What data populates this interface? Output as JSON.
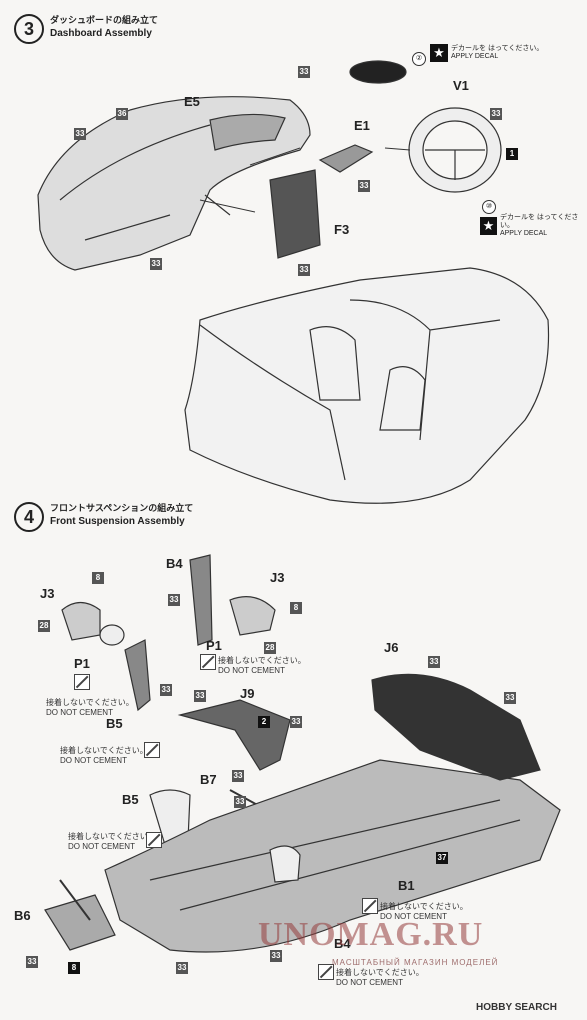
{
  "step3": {
    "number": "3",
    "title_jp": "ダッシュボードの組み立て",
    "title_en": "Dashboard Assembly"
  },
  "step4": {
    "number": "4",
    "title_jp": "フロントサスペンションの組み立て",
    "title_en": "Front Suspension Assembly"
  },
  "decal_note": {
    "jp": "デカールを はってください。",
    "en": "APPLY DECAL",
    "num_top": "②",
    "num_bottom": "⑩"
  },
  "no_cement": {
    "jp": "接着しないでください。",
    "en": "DO NOT CEMENT"
  },
  "parts": {
    "E5": "E5",
    "E1": "E1",
    "F3": "F3",
    "V1": "V1",
    "J3": "J3",
    "B4": "B4",
    "P1": "P1",
    "B5": "B5",
    "J9": "J9",
    "B7": "B7",
    "J6": "J6",
    "B1": "B1",
    "B6": "B6"
  },
  "colors": {
    "c33": "33",
    "c36": "36",
    "c1": "1",
    "c8": "8",
    "c28": "28",
    "c2": "2",
    "c37": "37"
  },
  "watermark": {
    "main": "UNOMAG.RU",
    "sub": "МАСШТАБНЫЙ МАГАЗИН МОДЕЛЕЙ"
  },
  "footer": {
    "brand": "HOBBY SEARCH"
  },
  "icons": [
    "star-decal-icon",
    "no-cement-icon"
  ]
}
